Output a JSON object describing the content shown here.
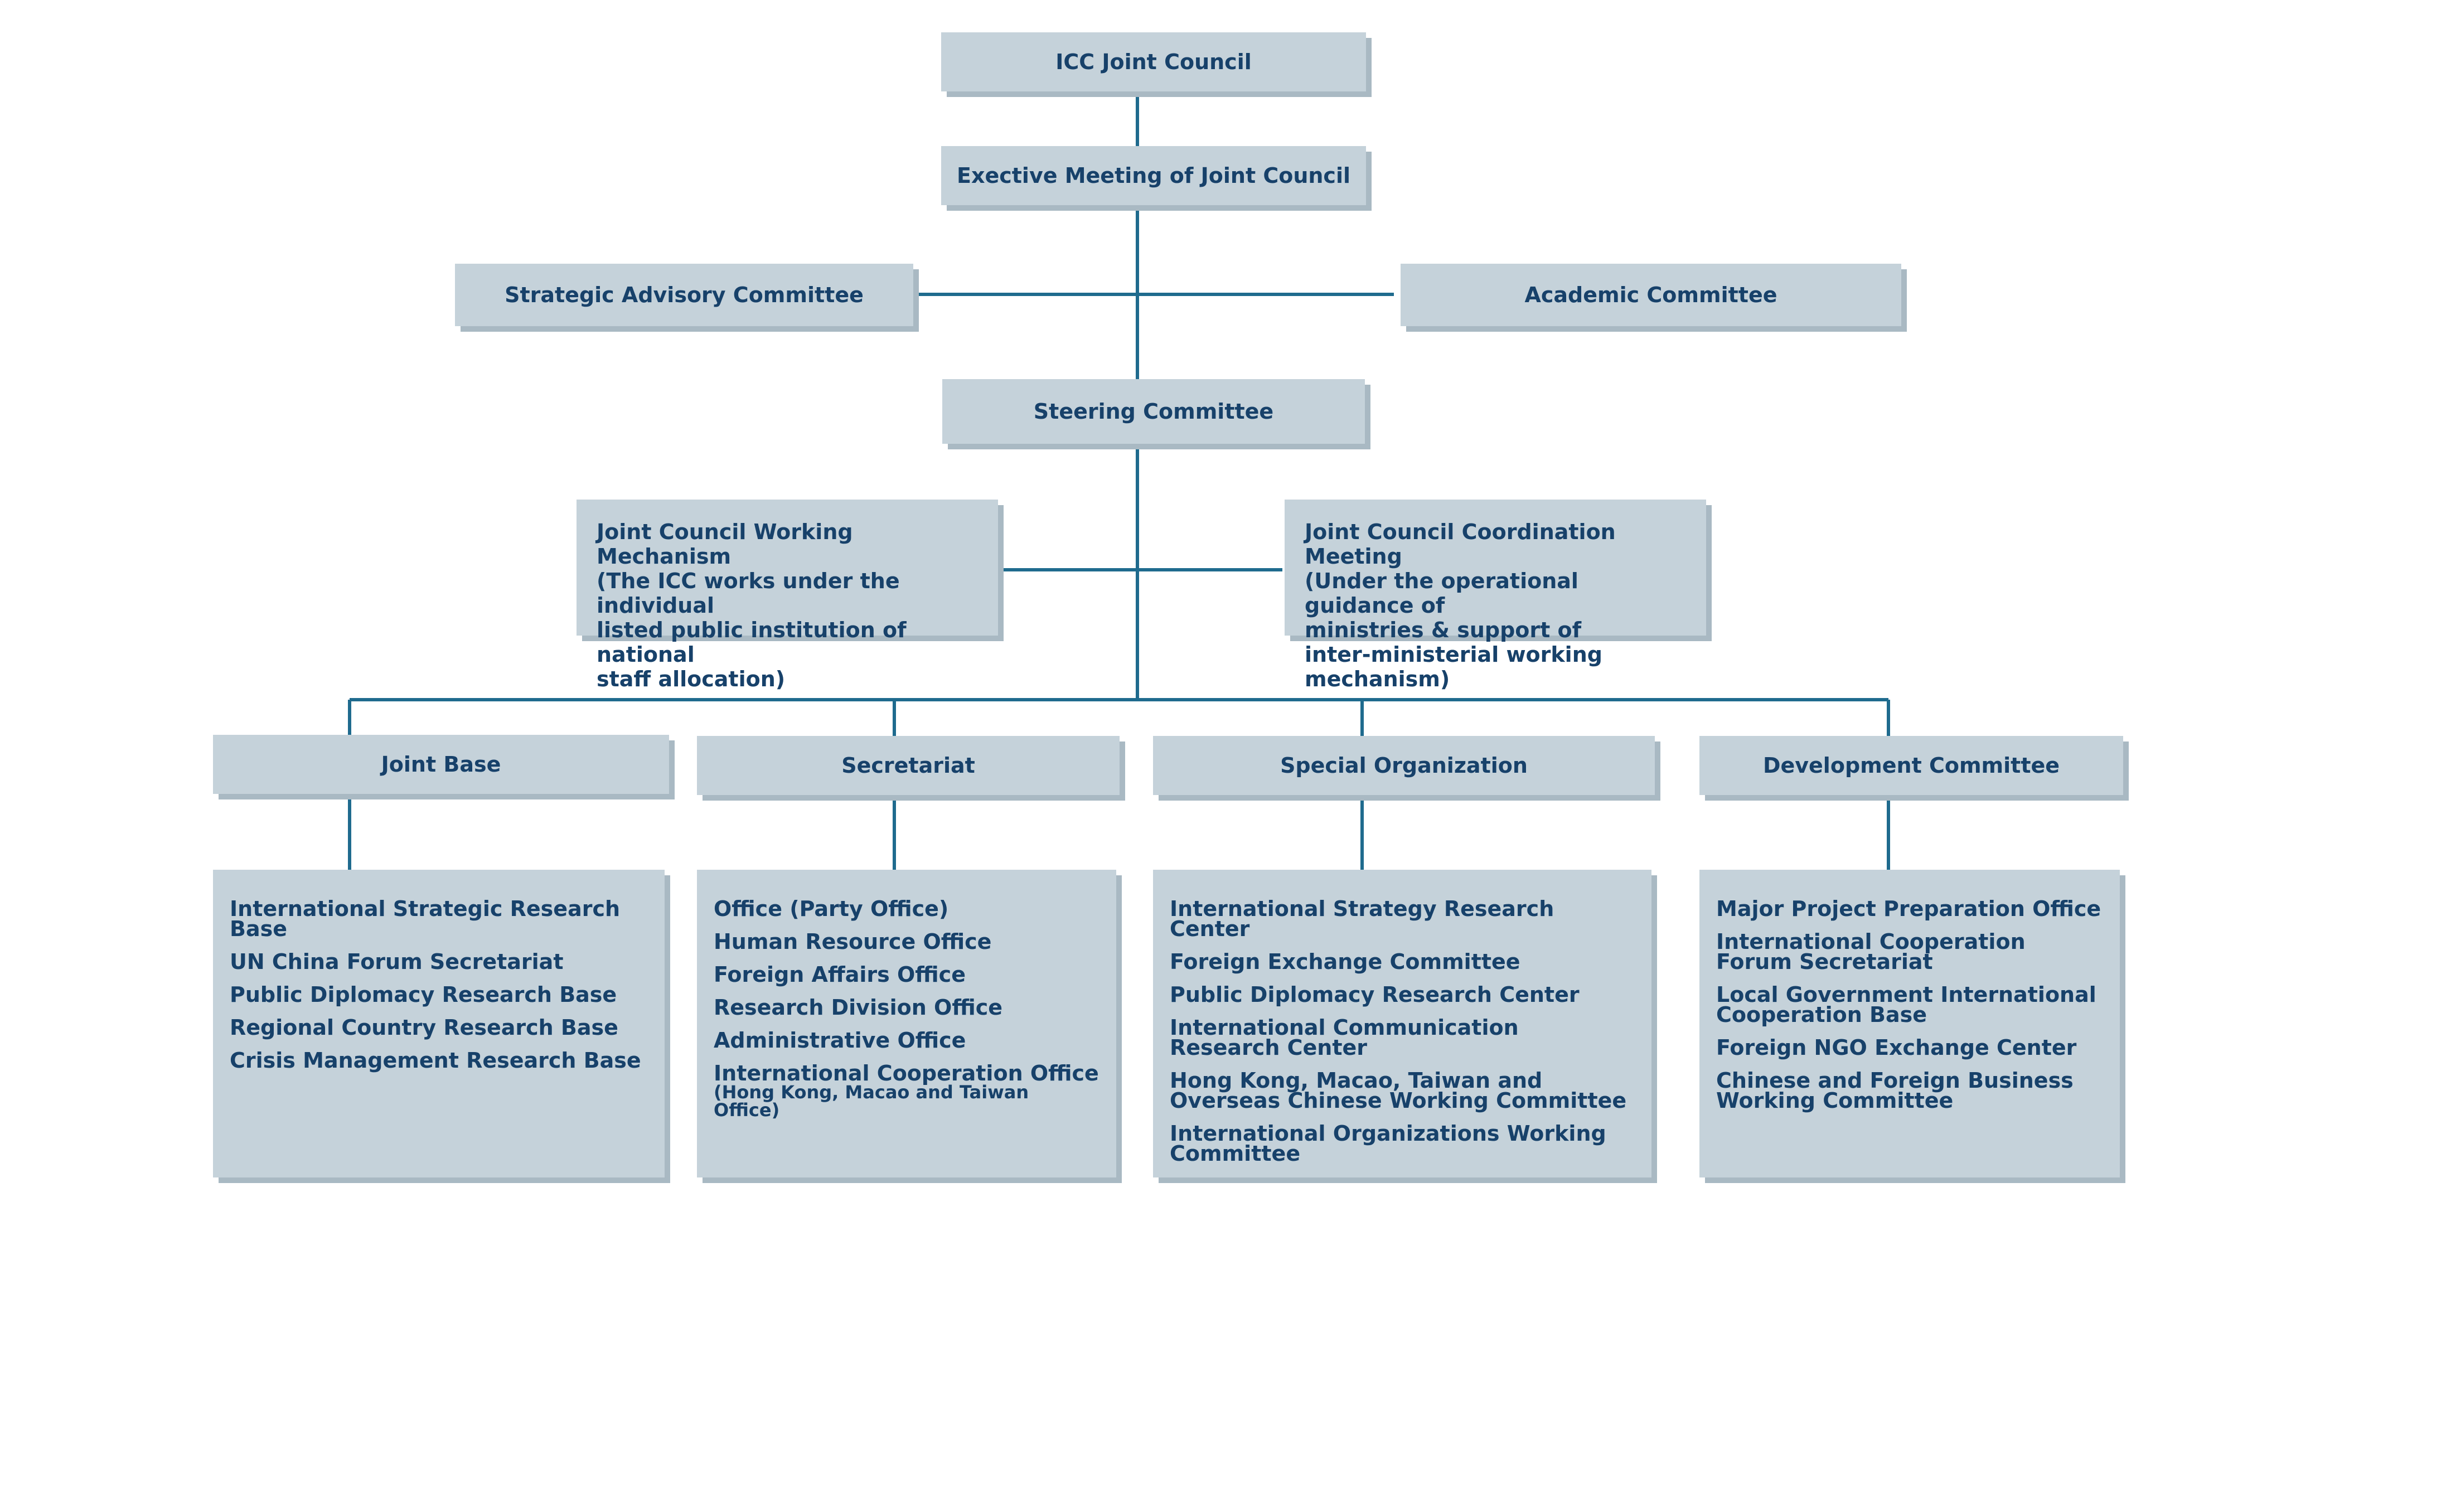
{
  "colors": {
    "box": "#c5d2da",
    "shadow": "#a9b9c3",
    "line": "#1f6b8e",
    "text": "#17416a"
  },
  "nodes": {
    "council": "ICC Joint Council",
    "executive": "Exective Meeting of Joint Council",
    "advisory": "Strategic Advisory Committee",
    "academic": "Academic Committee",
    "steering": "Steering Committee",
    "mechanism": "Joint Council Working Mechanism\n(The ICC works under the individual\nlisted public institution of national\nstaff allocation)",
    "coordination": "Joint Council Coordination Meeting\n(Under the operational guidance of\nministries & support of\ninter-ministerial working mechanism)"
  },
  "branches": [
    {
      "title": "Joint Base",
      "items": [
        {
          "text": "International Strategic Research Base"
        },
        {
          "text": "UN China Forum Secretariat"
        },
        {
          "text": "Public Diplomacy Research Base"
        },
        {
          "text": "Regional Country Research Base"
        },
        {
          "text": "Crisis Management Research Base"
        }
      ]
    },
    {
      "title": "Secretariat",
      "items": [
        {
          "text": "Office (Party Office)"
        },
        {
          "text": "Human Resource Office"
        },
        {
          "text": "Foreign Affairs Office"
        },
        {
          "text": "Research Division Office"
        },
        {
          "text": "Administrative Office"
        },
        {
          "text": "International Cooperation Office",
          "note": "(Hong Kong, Macao and Taiwan Office)"
        }
      ]
    },
    {
      "title": "Special Organization",
      "items": [
        {
          "text": "International Strategy Research Center"
        },
        {
          "text": "Foreign Exchange Committee"
        },
        {
          "text": "Public Diplomacy Research Center"
        },
        {
          "text": "International Communication Research Center"
        },
        {
          "text": "Hong Kong, Macao, Taiwan and Overseas Chinese Working Committee"
        },
        {
          "text": "International Organizations Working Committee"
        }
      ]
    },
    {
      "title": "Development Committee",
      "items": [
        {
          "text": "Major Project Preparation Office"
        },
        {
          "text": "International Cooperation Forum Secretariat"
        },
        {
          "text": "Local Government International Cooperation Base"
        },
        {
          "text": "Foreign NGO Exchange Center"
        },
        {
          "text": "Chinese and Foreign Business Working Committee"
        }
      ]
    }
  ]
}
